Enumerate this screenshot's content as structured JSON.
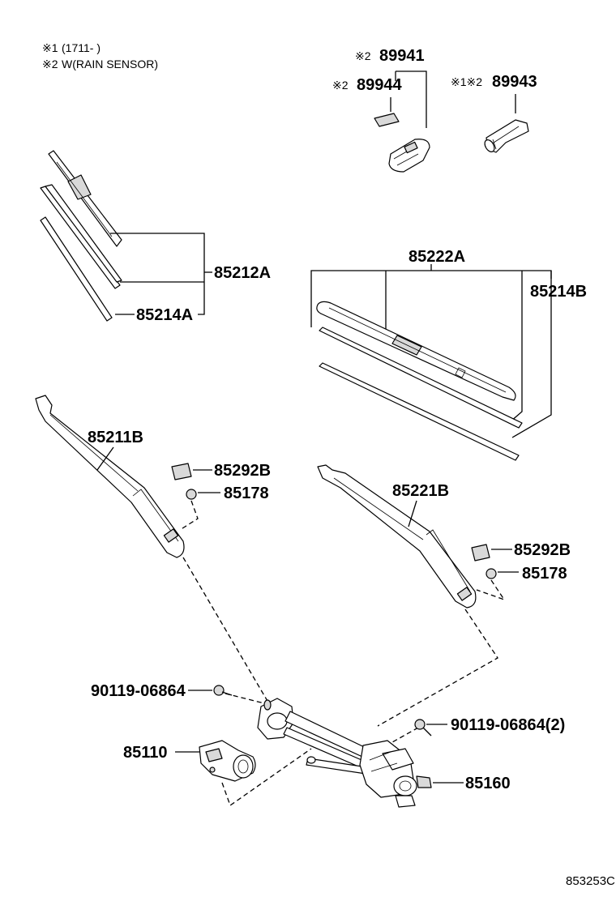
{
  "notes": {
    "n1_mark": "※1",
    "n1_text": "(1711-        )",
    "n2_mark": "※2",
    "n2_text": "W(RAIN SENSOR)"
  },
  "callouts": {
    "c89941_prefix": "※2",
    "c89941": "89941",
    "c89944_prefix": "※2",
    "c89944": "89944",
    "c89943_prefix": "※1※2",
    "c89943": "89943",
    "c85212A": "85212A",
    "c85214A": "85214A",
    "c85222A": "85222A",
    "c85214B": "85214B",
    "c85211B": "85211B",
    "c85292B_left": "85292B",
    "c85178_left": "85178",
    "c85221B": "85221B",
    "c85292B_right": "85292B",
    "c85178_right": "85178",
    "c90119_left": "90119-06864",
    "c90119_right": "90119-06864(2)",
    "c85110": "85110",
    "c85160": "85160"
  },
  "footer": {
    "ref_code": "853253C"
  }
}
